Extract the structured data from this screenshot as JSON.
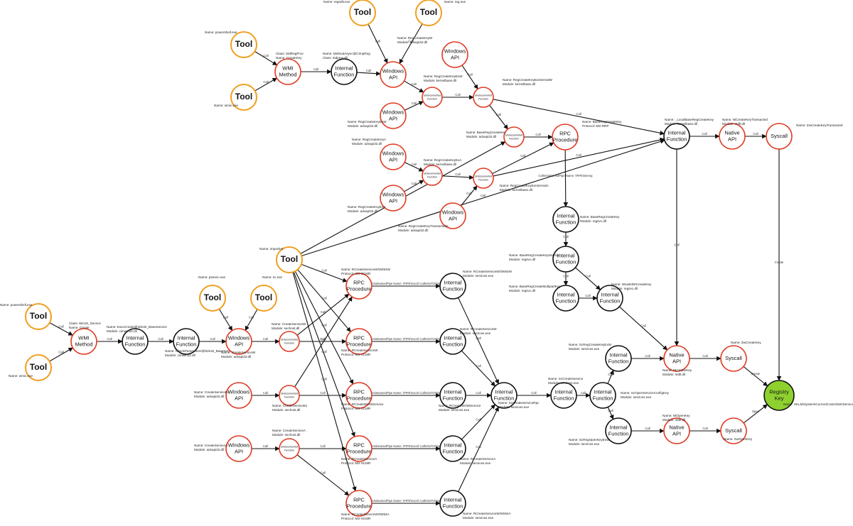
{
  "colors": {
    "tool": "#f0a020",
    "api": "#e03a22",
    "internal": "#111111",
    "registry": "#8ed12f",
    "edge": "#111111"
  },
  "nodes": [
    {
      "id": "tool_regedit",
      "type": "tool",
      "label": [
        "Tool"
      ],
      "ann": [
        "Name: regedit.exe"
      ]
    },
    {
      "id": "tool_reg",
      "type": "tool",
      "label": [
        "Tool"
      ],
      "ann": [
        "Name: reg.exe"
      ]
    },
    {
      "id": "tool_ps1",
      "type": "tool",
      "label": [
        "Tool"
      ],
      "ann": [
        "Name: powershell.exe"
      ]
    },
    {
      "id": "tool_wmic1",
      "type": "tool",
      "label": [
        "Tool"
      ],
      "ann": [
        "Name: wmic.exe"
      ]
    },
    {
      "id": "wmi1",
      "type": "api",
      "label": [
        "WMI",
        "Method"
      ],
      "ann": [
        "Class: StdRegProv",
        "Name: CreateKey"
      ]
    },
    {
      "id": "if_stdprov",
      "type": "internal",
      "label": [
        "Internal",
        "Function"
      ],
      "ann": [
        "Name: MethodAsync@CImpReg",
        "Class: stdprov.dll"
      ]
    },
    {
      "id": "win_top",
      "type": "api",
      "label": [
        "Windows",
        "API"
      ],
      "ann": [
        "Name: RegCreateKeyW",
        "Module: advapi32.dll"
      ]
    },
    {
      "id": "win_r2",
      "type": "api",
      "label": [
        "Windows",
        "API"
      ],
      "ann": []
    },
    {
      "id": "win_exw",
      "type": "api",
      "label": [
        "Windows",
        "API"
      ],
      "ann": [
        "Name: RegCreateKeyExW",
        "Module: advapi32.dll"
      ]
    },
    {
      "id": "undoc1",
      "type": "undoc",
      "label": [
        "Undocumented",
        "Function"
      ],
      "ann": [
        "Name: RegCreateKeyExW",
        "Module: kernelbase.dll"
      ]
    },
    {
      "id": "undoc2",
      "type": "undoc",
      "label": [
        "Undocumented",
        "Function"
      ],
      "ann": [
        "Name: RegCreateKeyExInternalW",
        "Module: kernelbase.dll"
      ]
    },
    {
      "id": "undoc3",
      "type": "undoc",
      "label": [
        "Undocumented",
        "Function"
      ],
      "ann": [
        "Name: BaseRegCreateKey",
        "Module: advapi32.dll"
      ]
    },
    {
      "id": "rpc_top",
      "type": "api",
      "label": [
        "RPC",
        "Procedure"
      ],
      "ann": [
        "Name: BaseRegCreateKey",
        "Protocol: MS-RRP"
      ]
    },
    {
      "id": "win_a",
      "type": "api",
      "label": [
        "Windows",
        "API"
      ],
      "ann": [
        "Name: RegCreateKeyA",
        "Module: advapi32.dll"
      ]
    },
    {
      "id": "win_exa",
      "type": "api",
      "label": [
        "Windows",
        "API"
      ],
      "ann": [
        "Name: RegCreateKeyExA",
        "Module: advapi32.dll"
      ]
    },
    {
      "id": "undoc4",
      "type": "undoc",
      "label": [
        "Undocumented",
        "Function"
      ],
      "ann": [
        "Name: RegCreateKeyExA",
        "Module: kernelbase.dll"
      ]
    },
    {
      "id": "undoc5",
      "type": "undoc",
      "label": [
        "Undocumented",
        "Function"
      ],
      "ann": [
        "Name: RegCreateKeyExInternalA",
        "Module: kernelbase.dll"
      ]
    },
    {
      "id": "win_trans",
      "type": "api",
      "label": [
        "Windows",
        "API"
      ],
      "ann": [
        "Name: RegCreateKeyTransactedA",
        "Module: advapi32.dll"
      ]
    },
    {
      "id": "if_local",
      "type": "internal",
      "label": [
        "Internal",
        "Function"
      ],
      "ann": [
        "Name: _LocalBaseRegCreateKey",
        "Module: kernelbase.dll"
      ]
    },
    {
      "id": "native_top",
      "type": "api",
      "label": [
        "Native",
        "API"
      ],
      "ann": [
        "Name: NtCreateKeyTransacted",
        "Module: ntdll.dll"
      ]
    },
    {
      "id": "syscall_top",
      "type": "api",
      "label": [
        "Syscall"
      ],
      "ann": [
        "Name: ZwCreateKeyTransacted"
      ]
    },
    {
      "id": "if_regsvc",
      "type": "internal",
      "label": [
        "Internal",
        "Function"
      ],
      "ann": [
        "Name: BaseRegCreateKey",
        "Module: regsvc.dll"
      ]
    },
    {
      "id": "if_regsvc2",
      "type": "internal",
      "label": [
        "Internal",
        "Function"
      ],
      "ann": [
        "Name: BaseRegCreateKeyInternal",
        "Module: regsvc.dll"
      ]
    },
    {
      "id": "if_multipart",
      "type": "internal",
      "label": [
        "Internal",
        "Function"
      ],
      "ann": [
        "Name: BaseRegCreateMultipartKey",
        "Module: regsvc.dll"
      ]
    },
    {
      "id": "if_wow",
      "type": "internal",
      "label": [
        "Internal",
        "Function"
      ],
      "ann": [
        "Name: Wow64NtCreateKey",
        "Module: regsvc.dll"
      ]
    },
    {
      "id": "tool_impacket",
      "type": "tool",
      "label": [
        "Tool"
      ],
      "ann": [
        "Name: impacket"
      ]
    },
    {
      "id": "tool_psexec",
      "type": "tool",
      "label": [
        "Tool"
      ],
      "ann": [
        "Name: psexec.exe"
      ]
    },
    {
      "id": "tool_sc",
      "type": "tool",
      "label": [
        "Tool"
      ],
      "ann": [
        "Name: sc.exe"
      ]
    },
    {
      "id": "tool_ps2",
      "type": "tool",
      "label": [
        "Tool"
      ],
      "ann": [
        "Name: powershell.exe"
      ]
    },
    {
      "id": "tool_wmic2",
      "type": "tool",
      "label": [
        "Tool"
      ],
      "ann": [
        "Name: wmic.exe"
      ]
    },
    {
      "id": "wmi2",
      "type": "api",
      "label": [
        "WMI",
        "Method"
      ],
      "ann": [
        "Class: Win32_Service",
        "Name: Create"
      ]
    },
    {
      "id": "if_cim1",
      "type": "internal",
      "label": [
        "Internal",
        "Function"
      ],
      "ann": [
        "Name: ExecCreate@Win32_BaseService",
        "Module: cimwin32.dll"
      ]
    },
    {
      "id": "if_cim2",
      "type": "internal",
      "label": [
        "Internal",
        "Function"
      ],
      "ann": [
        "Name: CheckParameters@Win32_BaseService",
        "Module: cimwin32.dll"
      ]
    },
    {
      "id": "win_csw",
      "type": "api",
      "label": [
        "Windows",
        "API"
      ],
      "ann": [
        "Name: CreateServiceW",
        "Module: advapi32.dll"
      ]
    },
    {
      "id": "undoc_csw",
      "type": "undoc",
      "label": [
        "Undocumented",
        "Function"
      ],
      "ann": [
        "Name: CreateServiceW",
        "Module: sechost.dll"
      ]
    },
    {
      "id": "win_csex",
      "type": "api",
      "label": [
        "Windows",
        "API"
      ],
      "ann": [
        "Name: CreateServiceEx",
        "Module: advapi32.dll"
      ]
    },
    {
      "id": "undoc_csex",
      "type": "undoc",
      "label": [
        "Undocumented",
        "Function"
      ],
      "ann": [
        "Name: CreateServiceEx",
        "Module: sechost.dll"
      ]
    },
    {
      "id": "win_csa",
      "type": "api",
      "label": [
        "Windows",
        "API"
      ],
      "ann": [
        "Name: CreateServiceA",
        "Module: advapi32.dll"
      ]
    },
    {
      "id": "undoc_csa",
      "type": "undoc",
      "label": [
        "Undocumented",
        "Function"
      ],
      "ann": [
        "Name: CreateServiceA",
        "Module: sechost.dll"
      ]
    },
    {
      "id": "rpc1",
      "type": "api",
      "label": [
        "RPC",
        "Procedure"
      ],
      "ann": [
        "Name: RCreateServiceWOW64W",
        "Protocol: MS-SCMR"
      ]
    },
    {
      "id": "rpc2",
      "type": "api",
      "label": [
        "RPC",
        "Procedure"
      ],
      "ann": [
        "Name: RCreateServiceW",
        "Protocol: MS-SCMR"
      ]
    },
    {
      "id": "rpc3",
      "type": "api",
      "label": [
        "RPC",
        "Procedure"
      ],
      "ann": [
        "Name: RCreateWOWService",
        "Protocol: MS-SCMR"
      ]
    },
    {
      "id": "rpc4",
      "type": "api",
      "label": [
        "RPC",
        "Procedure"
      ],
      "ann": [
        "Name: RCreateServiceA",
        "Protocol: MS-SCMR"
      ]
    },
    {
      "id": "rpc5",
      "type": "api",
      "label": [
        "RPC",
        "Procedure"
      ],
      "ann": [
        "Name: RCreateServiceWOW64A",
        "Protocol: MS-SCMR"
      ]
    },
    {
      "id": "if_s1",
      "type": "internal",
      "label": [
        "Internal",
        "Function"
      ],
      "ann": [
        "Name: RCreateServiceWOW64W",
        "Module: services.exe"
      ]
    },
    {
      "id": "if_s2",
      "type": "internal",
      "label": [
        "Internal",
        "Function"
      ],
      "ann": [
        "Name: RCreateServiceW",
        "Module: services.exe"
      ]
    },
    {
      "id": "if_s3",
      "type": "internal",
      "label": [
        "Internal",
        "Function"
      ],
      "ann": [
        "Name: RCreateWOWService",
        "Module: services.exe"
      ]
    },
    {
      "id": "if_s4",
      "type": "internal",
      "label": [
        "Internal",
        "Function"
      ],
      "ann": [
        "Name: RCreateServiceA",
        "Module: services.exe"
      ]
    },
    {
      "id": "if_s5",
      "type": "internal",
      "label": [
        "Internal",
        "Function"
      ],
      "ann": [
        "Name: RCreateServiceWOW64A",
        "Module: services.exe"
      ]
    },
    {
      "id": "if_rpc",
      "type": "internal",
      "label": [
        "Internal",
        "Function"
      ],
      "ann": [
        "Name: ScCreateServiceRpc",
        "Module: services.exe"
      ]
    },
    {
      "id": "if_sccreate",
      "type": "internal",
      "label": [
        "Internal",
        "Function"
      ],
      "ann": [
        "Name: ScCreateService",
        "Module: services.exe"
      ]
    },
    {
      "id": "if_scopen",
      "type": "internal",
      "label": [
        "Internal",
        "Function"
      ],
      "ann": [
        "Name: ScOpenServiceConfigKey",
        "Module: services.exe"
      ]
    },
    {
      "id": "if_screg",
      "type": "internal",
      "label": [
        "Internal",
        "Function"
      ],
      "ann": [
        "Name: ScRegCreateKeyExW",
        "Module: services.exe"
      ]
    },
    {
      "id": "if_scopenk",
      "type": "internal",
      "label": [
        "Internal",
        "Function"
      ],
      "ann": [
        "Name: ScRegOpenKeyExW",
        "Module: services.exe"
      ]
    },
    {
      "id": "native_ck",
      "type": "api",
      "label": [
        "Native",
        "API"
      ],
      "ann": [
        "Name: NtCreateKey",
        "Module: ntdll.dll"
      ]
    },
    {
      "id": "native_ok",
      "type": "api",
      "label": [
        "Native",
        "API"
      ],
      "ann": [
        "Name: NtOpenKey",
        "Module: ntdll.dll"
      ]
    },
    {
      "id": "syscall_ck",
      "type": "api",
      "label": [
        "Syscall"
      ],
      "ann": [
        "Name: ZwCreateKey"
      ]
    },
    {
      "id": "syscall_ok",
      "type": "api",
      "label": [
        "Syscall"
      ],
      "ann": [
        "Name: ZwOpenKey"
      ]
    },
    {
      "id": "regkey",
      "type": "registry",
      "label": [
        "Registry",
        "Key"
      ],
      "ann": [
        "Name: HKLM\\System\\CurrentControlSet\\Services"
      ]
    }
  ],
  "edges": [
    {
      "from": "tool_regedit",
      "to": "win_top",
      "label": "Call"
    },
    {
      "from": "tool_reg",
      "to": "win_top",
      "label": "Call"
    },
    {
      "from": "tool_ps1",
      "to": "wmi1",
      "label": "Call"
    },
    {
      "from": "tool_wmic1",
      "to": "wmi1",
      "label": "Call"
    },
    {
      "from": "wmi1",
      "to": "if_stdprov",
      "label": "Call"
    },
    {
      "from": "if_stdprov",
      "to": "win_top",
      "label": "Call"
    },
    {
      "from": "win_top",
      "to": "undoc1",
      "label": "Call"
    },
    {
      "from": "win_exw",
      "to": "undoc1",
      "label": "Call"
    },
    {
      "from": "win_r2",
      "to": "undoc2",
      "label": "Call"
    },
    {
      "from": "undoc1",
      "to": "undoc2",
      "label": "Call"
    },
    {
      "from": "undoc2",
      "to": "undoc3",
      "label": "Call"
    },
    {
      "from": "undoc2",
      "to": "if_local",
      "label": "Call"
    },
    {
      "from": "undoc3",
      "to": "rpc_top",
      "label": "Call"
    },
    {
      "from": "win_a",
      "to": "undoc4",
      "label": "Call"
    },
    {
      "from": "win_exa",
      "to": "undoc4",
      "label": "Call"
    },
    {
      "from": "undoc4",
      "to": "undoc5",
      "label": "Call"
    },
    {
      "from": "win_trans",
      "to": "undoc5",
      "label": "Call"
    },
    {
      "from": "undoc5",
      "to": "rpc_top",
      "label": "Call"
    },
    {
      "from": "undoc5",
      "to": "if_local",
      "label": "Call"
    },
    {
      "from": "if_local",
      "to": "native_top",
      "label": "Call"
    },
    {
      "from": "native_top",
      "to": "syscall_top",
      "label": "Call"
    },
    {
      "from": "syscall_top",
      "to": "regkey",
      "label": "Create"
    },
    {
      "from": "rpc_top",
      "to": "if_regsvc",
      "label": "CallsViaNamedPipe Name: \\PIPE\\winreg"
    },
    {
      "from": "if_regsvc",
      "to": "if_regsvc2",
      "label": "Call"
    },
    {
      "from": "if_regsvc2",
      "to": "if_multipart",
      "label": "Call"
    },
    {
      "from": "if_regsvc2",
      "to": "if_wow",
      "label": "Call"
    },
    {
      "from": "if_multipart",
      "to": "if_wow",
      "label": "Call"
    },
    {
      "from": "if_wow",
      "to": "native_ck",
      "label": "Call"
    },
    {
      "from": "if_local",
      "to": "native_ck",
      "label": "Call"
    },
    {
      "from": "tool_impacket",
      "to": "if_local",
      "label": "Call"
    },
    {
      "from": "tool_impacket",
      "to": "undoc3",
      "label": "Call"
    },
    {
      "from": "tool_sc",
      "to": "win_csw",
      "label": "Call"
    },
    {
      "from": "tool_psexec",
      "to": "win_csw",
      "label": "Call"
    },
    {
      "from": "tool_ps2",
      "to": "wmi2",
      "label": "Call"
    },
    {
      "from": "tool_wmic2",
      "to": "wmi2",
      "label": "Call"
    },
    {
      "from": "wmi2",
      "to": "if_cim1",
      "label": "Call"
    },
    {
      "from": "if_cim1",
      "to": "if_cim2",
      "label": "Call"
    },
    {
      "from": "if_cim2",
      "to": "win_csw",
      "label": "Call"
    },
    {
      "from": "win_csw",
      "to": "undoc_csw",
      "label": "Call"
    },
    {
      "from": "win_csex",
      "to": "undoc_csex",
      "label": "Call"
    },
    {
      "from": "win_csa",
      "to": "undoc_csa",
      "label": "Call"
    },
    {
      "from": "undoc_csw",
      "to": "rpc2",
      "label": "Call"
    },
    {
      "from": "undoc_csw",
      "to": "rpc1",
      "label": "Call"
    },
    {
      "from": "undoc_csex",
      "to": "rpc3",
      "label": "Call"
    },
    {
      "from": "undoc_csex",
      "to": "rpc1",
      "label": "Call"
    },
    {
      "from": "undoc_csa",
      "to": "rpc4",
      "label": "Call"
    },
    {
      "from": "undoc_csa",
      "to": "rpc5",
      "label": "Call"
    },
    {
      "from": "tool_impacket",
      "to": "rpc1",
      "label": "Call"
    },
    {
      "from": "tool_impacket",
      "to": "rpc2",
      "label": "Call"
    },
    {
      "from": "tool_impacket",
      "to": "rpc3",
      "label": "Call"
    },
    {
      "from": "tool_impacket",
      "to": "rpc4",
      "label": "Call"
    },
    {
      "from": "tool_impacket",
      "to": "rpc5",
      "label": "Call"
    },
    {
      "from": "rpc1",
      "to": "if_s1",
      "label": "CallsViaNamedPipe Name: \\PIPE\\svcctl CallsViaTCPSocket"
    },
    {
      "from": "rpc2",
      "to": "if_s2",
      "label": "CallsViaNamedPipe Name: \\PIPE\\svcctl CallsViaTCPSocket"
    },
    {
      "from": "rpc3",
      "to": "if_s3",
      "label": "CallsViaNamedPipe Name: \\PIPE\\svcctl CallsViaTCPSocket"
    },
    {
      "from": "rpc4",
      "to": "if_s4",
      "label": "CallsViaNamedPipe Name: \\PIPE\\svcctl CallsViaTCPSocket"
    },
    {
      "from": "rpc5",
      "to": "if_s5",
      "label": "CallsViaNamedPipe Name: \\PIPE\\svcctl CallsViaTCPSocket"
    },
    {
      "from": "if_s1",
      "to": "if_rpc",
      "label": "Call"
    },
    {
      "from": "if_s2",
      "to": "if_rpc",
      "label": "Call"
    },
    {
      "from": "if_s3",
      "to": "if_rpc",
      "label": "Call"
    },
    {
      "from": "if_s4",
      "to": "if_rpc",
      "label": "Call"
    },
    {
      "from": "if_s5",
      "to": "if_rpc",
      "label": "Call"
    },
    {
      "from": "if_rpc",
      "to": "if_sccreate",
      "label": "Call"
    },
    {
      "from": "if_sccreate",
      "to": "if_scopen",
      "label": "Call"
    },
    {
      "from": "if_scopen",
      "to": "if_screg",
      "label": "Call"
    },
    {
      "from": "if_scopen",
      "to": "if_scopenk",
      "label": "Call"
    },
    {
      "from": "if_screg",
      "to": "native_ck",
      "label": "Call"
    },
    {
      "from": "if_scopenk",
      "to": "native_ok",
      "label": "Call"
    },
    {
      "from": "native_ck",
      "to": "syscall_ck",
      "label": "Call"
    },
    {
      "from": "native_ok",
      "to": "syscall_ok",
      "label": "Call"
    },
    {
      "from": "syscall_ck",
      "to": "regkey",
      "label": "Create"
    },
    {
      "from": "syscall_ok",
      "to": "regkey",
      "label": "Open"
    }
  ]
}
